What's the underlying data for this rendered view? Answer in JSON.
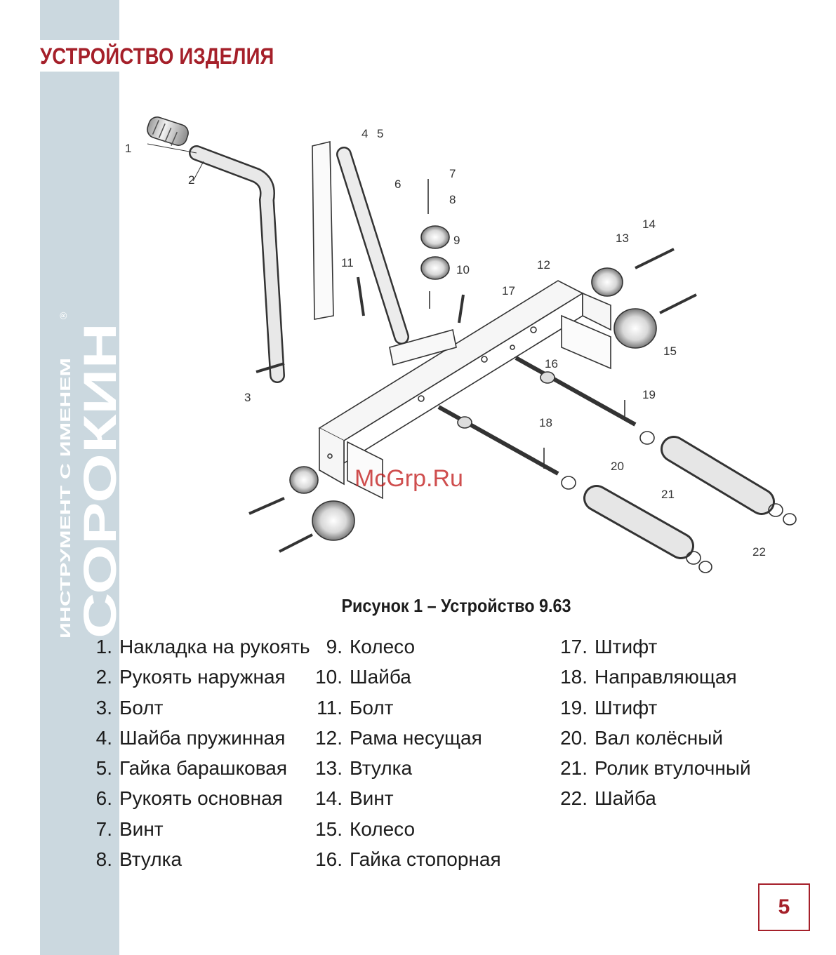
{
  "section": {
    "title": "УСТРОЙСТВО ИЗДЕЛИЯ"
  },
  "brand": {
    "logo_text": "СОРОКИН",
    "tagline": "ИНСТРУМЕНТ С ИМЕНЕМ",
    "mark": "®"
  },
  "figure": {
    "caption": "Рисунок 1 – Устройство 9.63",
    "watermark": "McGrp.Ru",
    "callouts": [
      "1",
      "2",
      "3",
      "4",
      "5",
      "6",
      "7",
      "8",
      "9",
      "10",
      "11",
      "12",
      "13",
      "14",
      "15",
      "16",
      "17",
      "18",
      "19",
      "20",
      "21",
      "22"
    ]
  },
  "parts": {
    "col1": [
      {
        "num": "1.",
        "label": "Накладка на рукоять"
      },
      {
        "num": "2.",
        "label": "Рукоять наружная"
      },
      {
        "num": "3.",
        "label": "Болт"
      },
      {
        "num": "4.",
        "label": "Шайба пружинная"
      },
      {
        "num": "5.",
        "label": "Гайка барашковая"
      },
      {
        "num": "6.",
        "label": "Рукоять основная"
      },
      {
        "num": "7.",
        "label": "Винт"
      },
      {
        "num": "8.",
        "label": "Втулка"
      }
    ],
    "col2": [
      {
        "num": "9.",
        "label": "Колесо"
      },
      {
        "num": "10.",
        "label": "Шайба"
      },
      {
        "num": "11.",
        "label": "Болт"
      },
      {
        "num": "12.",
        "label": "Рама несущая"
      },
      {
        "num": "13.",
        "label": "Втулка"
      },
      {
        "num": "14.",
        "label": "Винт"
      },
      {
        "num": "15.",
        "label": "Колесо"
      },
      {
        "num": "16.",
        "label": "Гайка стопорная"
      }
    ],
    "col3": [
      {
        "num": "17.",
        "label": "Штифт"
      },
      {
        "num": "18.",
        "label": "Направляющая"
      },
      {
        "num": "19.",
        "label": "Штифт"
      },
      {
        "num": "20.",
        "label": "Вал колёсный"
      },
      {
        "num": "21.",
        "label": "Ролик втулочный"
      },
      {
        "num": "22.",
        "label": "Шайба"
      }
    ]
  },
  "page": {
    "number": "5"
  },
  "colors": {
    "accent": "#a5202a",
    "band": "#cbd8df"
  }
}
